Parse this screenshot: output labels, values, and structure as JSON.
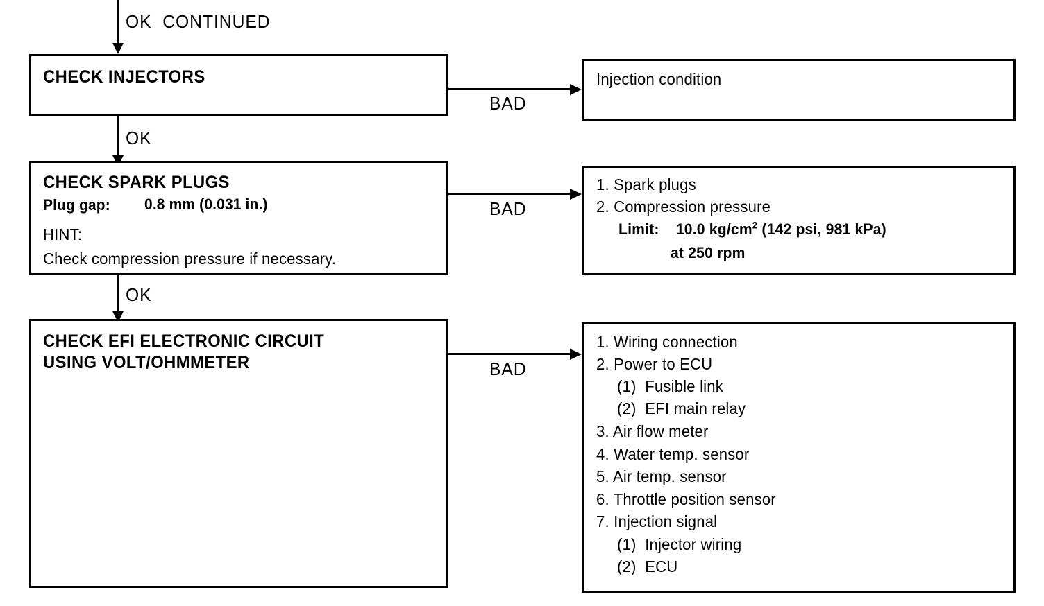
{
  "diagram": {
    "type": "troubleshooting-flowchart",
    "entry_label": "OK  CONTINUED",
    "edges": [
      {
        "id": "entry",
        "label": "OK  CONTINUED",
        "direction": "down"
      },
      {
        "id": "bad-1",
        "label": "BAD",
        "direction": "right"
      },
      {
        "id": "ok-1",
        "label": "OK",
        "direction": "down"
      },
      {
        "id": "bad-2",
        "label": "BAD",
        "direction": "right"
      },
      {
        "id": "ok-2",
        "label": "OK",
        "direction": "down"
      },
      {
        "id": "bad-3",
        "label": "BAD",
        "direction": "right"
      }
    ],
    "steps": [
      {
        "id": "check-injectors",
        "title": "CHECK INJECTORS",
        "lines": []
      },
      {
        "id": "check-spark-plugs",
        "title": "CHECK SPARK PLUGS",
        "spec_label": "Plug gap:",
        "spec_value": "0.8 mm (0.031 in.)",
        "hint_label": "HINT:",
        "hint_text": "Check compression pressure if necessary."
      },
      {
        "id": "check-efi-circuit",
        "title_line1": "CHECK EFI ELECTRONIC CIRCUIT",
        "title_line2": "USING VOLT/OHMMETER"
      }
    ],
    "results": [
      {
        "id": "injection-condition",
        "lines": [
          {
            "text": "Injection condition",
            "bold": false,
            "indent": 0
          }
        ]
      },
      {
        "id": "spark-plug-results",
        "lines": [
          {
            "text": "1. Spark plugs",
            "bold": false,
            "indent": 0
          },
          {
            "text": "2. Compression pressure",
            "bold": false,
            "indent": 0
          },
          {
            "text": "Limit:    10.0 kg/cm",
            "sup": "2",
            "tail": " (142 psi, 981 kPa)",
            "bold": true,
            "indent": 1
          },
          {
            "text": "at 250 rpm",
            "bold": true,
            "indent": 2
          }
        ]
      },
      {
        "id": "efi-circuit-results",
        "lines": [
          {
            "text": "1. Wiring connection",
            "bold": false,
            "indent": 0
          },
          {
            "text": "2. Power to ECU",
            "bold": false,
            "indent": 0
          },
          {
            "text": "(1)  Fusible link",
            "bold": false,
            "indent": 1
          },
          {
            "text": "(2)  EFI main relay",
            "bold": false,
            "indent": 1
          },
          {
            "text": "3. Air flow meter",
            "bold": false,
            "indent": 0
          },
          {
            "text": "4. Water temp. sensor",
            "bold": false,
            "indent": 0
          },
          {
            "text": "5. Air temp. sensor",
            "bold": false,
            "indent": 0
          },
          {
            "text": "6. Throttle position sensor",
            "bold": false,
            "indent": 0
          },
          {
            "text": "7. Injection signal",
            "bold": false,
            "indent": 0
          },
          {
            "text": "(1)  Injector wiring",
            "bold": false,
            "indent": 1
          },
          {
            "text": "(2)  ECU",
            "bold": false,
            "indent": 1
          }
        ]
      }
    ],
    "colors": {
      "stroke": "#000000",
      "background": "#ffffff"
    }
  }
}
